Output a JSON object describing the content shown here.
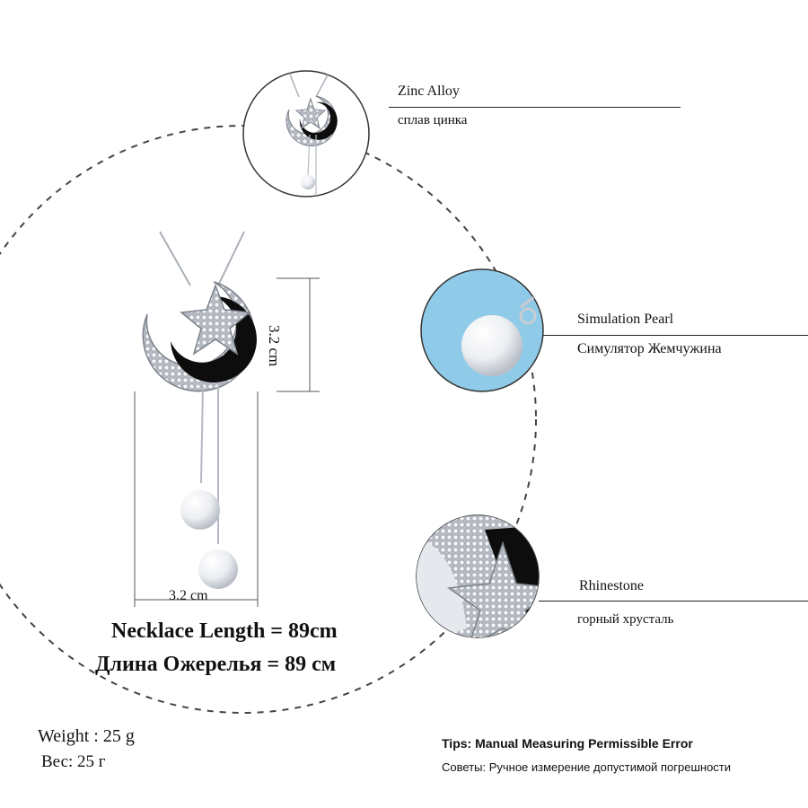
{
  "callouts": {
    "material": {
      "en": "Zinc Alloy",
      "ru": "сплав цинка"
    },
    "pearl": {
      "en": "Simulation Pearl",
      "ru": "Симулятор Жемчужина"
    },
    "stone": {
      "en": "Rhinestone",
      "ru": "горный хрусталь"
    }
  },
  "dimensions": {
    "height": "3.2 cm",
    "width": "3.2 cm"
  },
  "length": {
    "en": "Necklace Length = 89cm",
    "ru": "Длина Ожерелья = 89 см"
  },
  "weight": {
    "en": "Weight : 25 g",
    "ru": "Вес: 25 г"
  },
  "tips": {
    "en": "Tips: Manual Measuring Permissible Error",
    "ru": "Советы: Ручное измерение допустимой погрешности"
  },
  "colors": {
    "pearl_bg": "#8fcbe8",
    "enamel": "#0d0d0d",
    "silver": "#c9ccd2"
  }
}
